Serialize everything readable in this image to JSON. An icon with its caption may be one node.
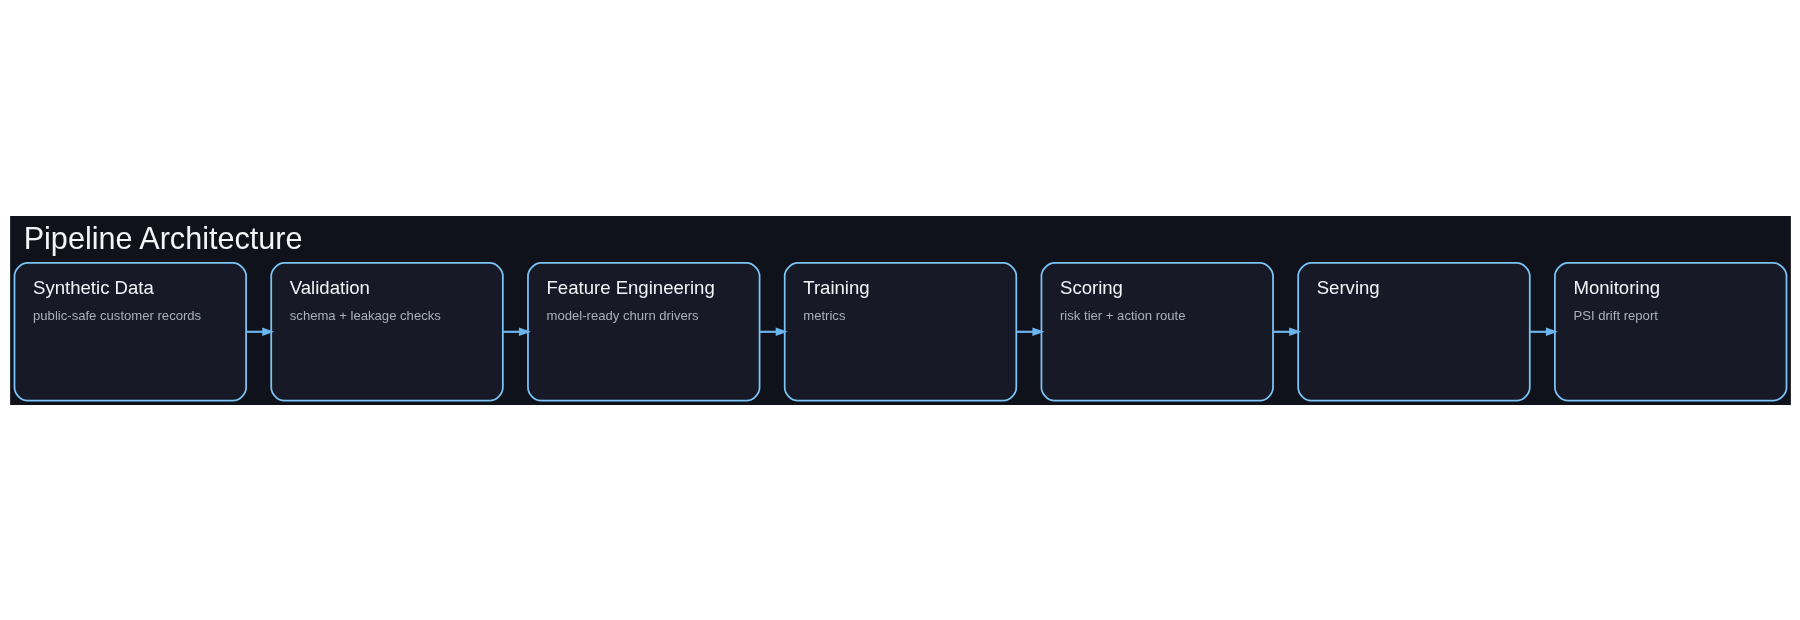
{
  "diagram": {
    "title": "Pipeline Architecture",
    "nodes": [
      {
        "text": [
          "Synthetic Data",
          "public-safe customer records"
        ]
      },
      {
        "text": [
          "Validation",
          "schema + leakage checks"
        ]
      },
      {
        "text": [
          "Feature Engineering",
          "model-ready churn drivers"
        ]
      },
      {
        "text": [
          "Training",
          "metrics"
        ]
      },
      {
        "text": [
          "Scoring",
          "risk tier + action route"
        ]
      },
      {
        "text": [
          "Serving"
        ]
      },
      {
        "text": [
          "Monitoring",
          "PSI drift report"
        ]
      }
    ],
    "edges": [
      {
        "from": 0,
        "to": 1,
        "arrow": "to"
      },
      {
        "from": 1,
        "to": 2,
        "arrow": "to"
      },
      {
        "from": 2,
        "to": 3,
        "arrow": "to"
      },
      {
        "from": 3,
        "to": 4,
        "arrow": "to"
      },
      {
        "from": 4,
        "to": 5,
        "arrow": "to"
      },
      {
        "from": 5,
        "to": 6,
        "arrow": "to"
      }
    ]
  }
}
